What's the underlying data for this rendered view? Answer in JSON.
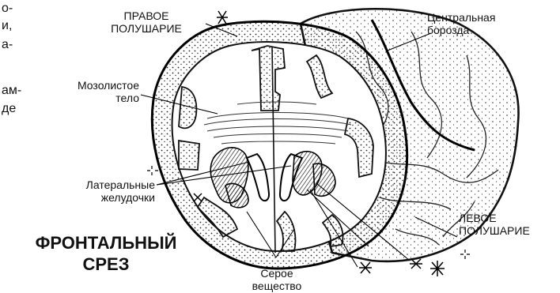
{
  "labels": {
    "right_hemisphere": [
      "ПРАВОЕ",
      "ПОЛУШАРИЕ"
    ],
    "central_sulcus": [
      "Центральная",
      "борозда"
    ],
    "corpus_callosum": [
      "Мозолистое",
      "тело"
    ],
    "lateral_ventricles": [
      "Латеральные",
      "желудочки"
    ],
    "left_hemisphere": [
      "ЛЕВОЕ",
      "ПОЛУШАРИЕ"
    ],
    "gray_matter": [
      "Серое",
      "вещество"
    ],
    "title": [
      "ФРОНТАЛЬНЫЙ",
      "СРЕЗ"
    ]
  },
  "text_fragments": [
    "о-",
    "и,",
    "а-",
    "ам-",
    "де"
  ]
}
